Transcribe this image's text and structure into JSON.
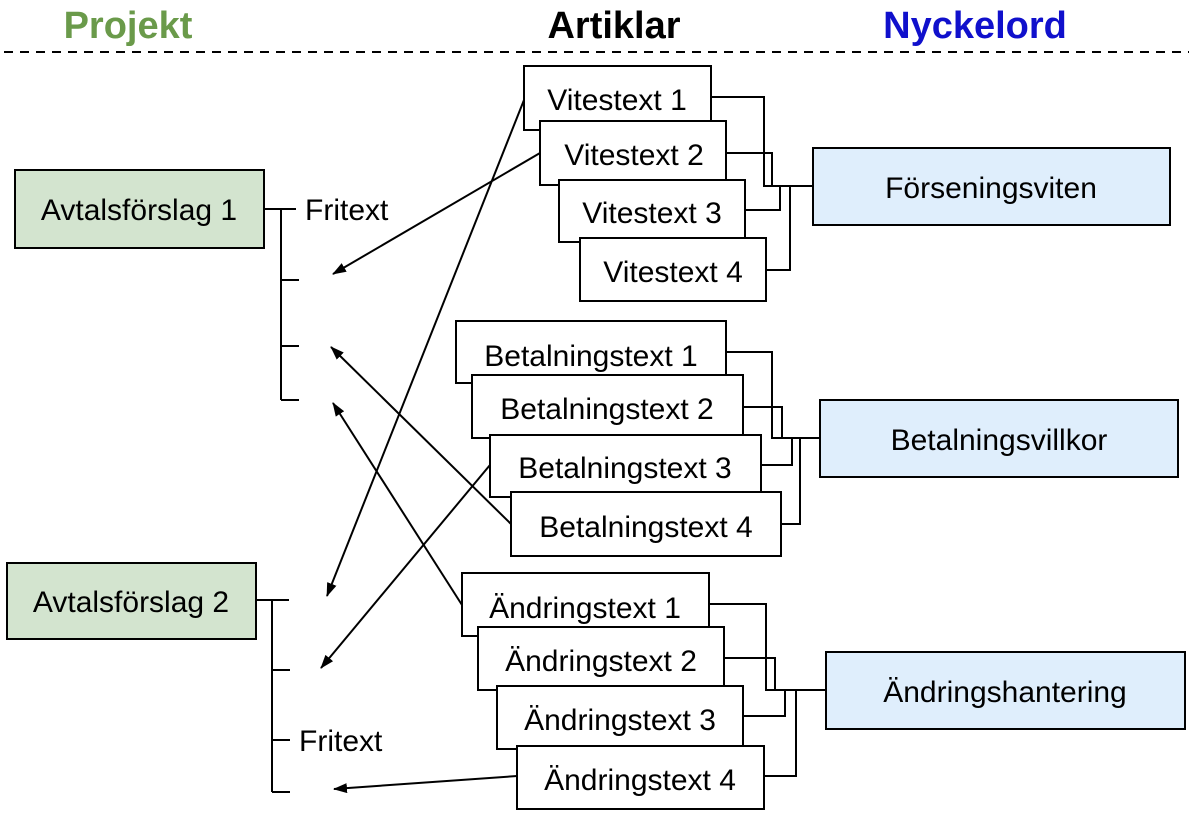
{
  "headers": {
    "projekt": "Projekt",
    "artiklar": "Artiklar",
    "nyckelord": "Nyckelord"
  },
  "colors": {
    "projekt_header": "#6a9a4a",
    "nyckelord_header": "#1010cc",
    "projekt_box": "#d3e4cf",
    "nyckelord_box": "#dfeefc",
    "article_box": "#ffffff"
  },
  "projects": [
    {
      "label": "Avtalsförslag 1",
      "fritext": "Fritext"
    },
    {
      "label": "Avtalsförslag 2",
      "fritext": "Fritext"
    }
  ],
  "groups": [
    {
      "keyword": "Förseningsviten",
      "articles": [
        "Vitestext 1",
        "Vitestext 2",
        "Vitestext 3",
        "Vitestext 4"
      ]
    },
    {
      "keyword": "Betalningsvillkor",
      "articles": [
        "Betalningstext 1",
        "Betalningstext 2",
        "Betalningstext 3",
        "Betalningstext 4"
      ]
    },
    {
      "keyword": "Ändringshantering",
      "articles": [
        "Ändringstext 1",
        "Ändringstext 2",
        "Ändringstext 3",
        "Ändringstext 4"
      ]
    }
  ]
}
